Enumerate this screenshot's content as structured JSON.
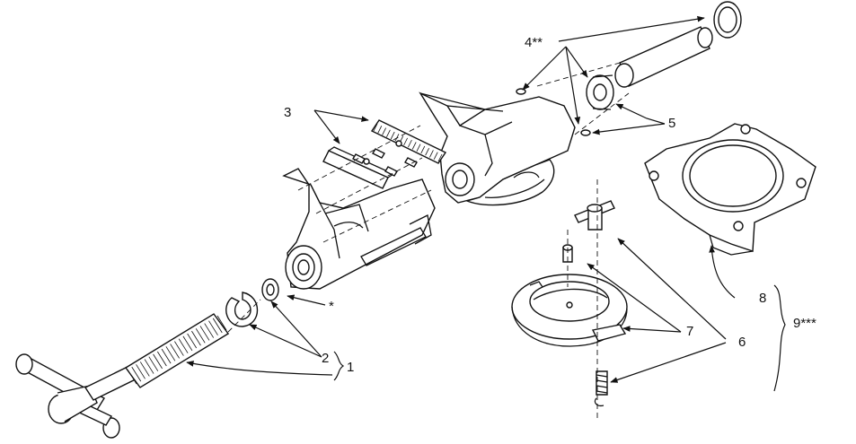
{
  "callouts": {
    "c1": "1",
    "c2": "2",
    "c3": "3",
    "c4": "4**",
    "c5": "5",
    "c6": "6",
    "c7": "7",
    "c8": "8",
    "c9": "9***",
    "star": "*"
  },
  "colors": {
    "ink": "#111111",
    "paper": "#ffffff"
  }
}
